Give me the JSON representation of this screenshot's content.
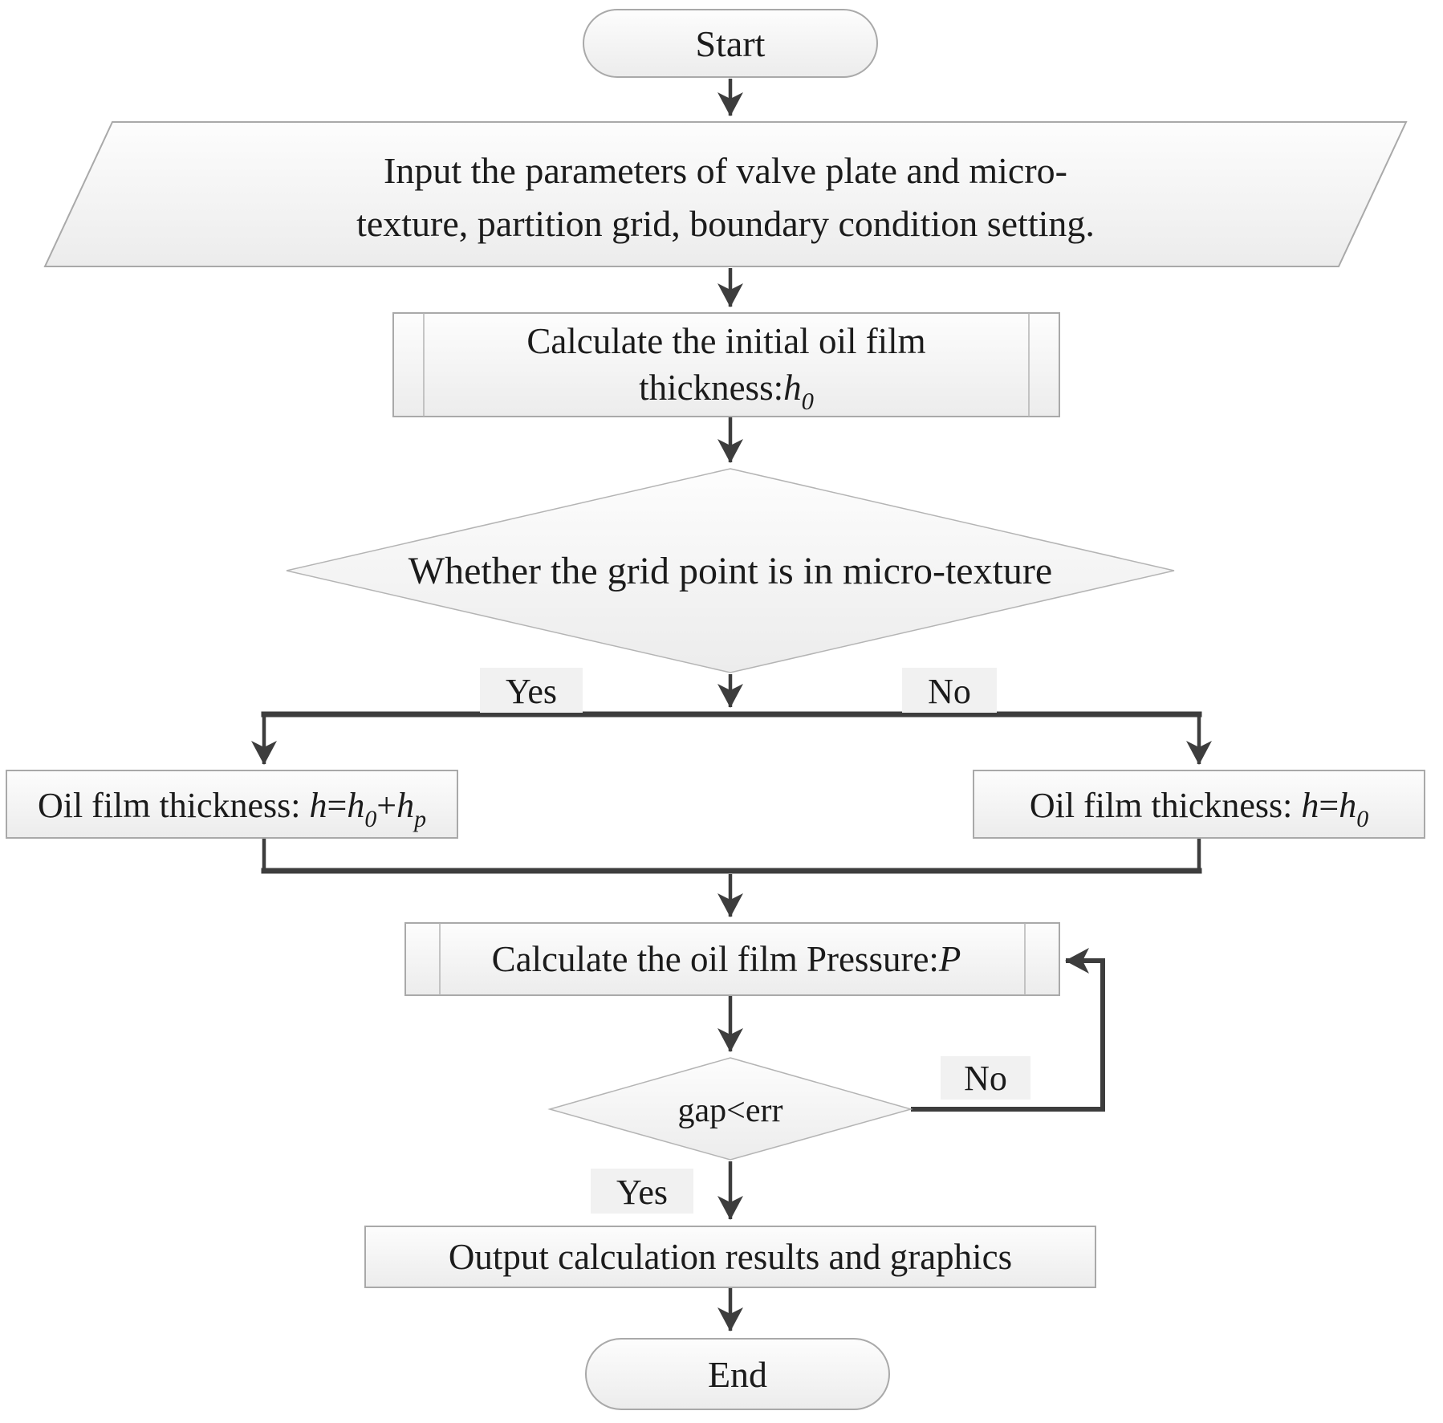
{
  "colors": {
    "background": "#ffffff",
    "connector_line": "#3d3d3d",
    "shape_border": "#a9a9a9",
    "shape_fill_top": "#fdfdfd",
    "shape_fill_bottom": "#ececec",
    "edge_label_background": "#f1f1f1",
    "text": "#1b1b1b"
  },
  "nodes": {
    "start": {
      "type": "terminator",
      "label": "Start"
    },
    "input_params": {
      "type": "input-parallelogram",
      "line1": "Input the parameters of valve plate and micro-",
      "line2": "texture, partition grid, boundary condition setting."
    },
    "calc_initial_thickness": {
      "type": "predefined-process",
      "line1": "Calculate the initial oil film",
      "line2_parts": [
        {
          "text": "thickness:",
          "style": "normal"
        },
        {
          "text": "h",
          "style": "italic"
        },
        {
          "text": "0",
          "style": "subscript-italic"
        }
      ]
    },
    "texture_decision": {
      "type": "decision",
      "label": "Whether the grid point is in micro-texture"
    },
    "thickness_textured": {
      "type": "process",
      "parts": [
        {
          "text": "Oil film thickness: ",
          "style": "normal"
        },
        {
          "text": "h",
          "style": "italic"
        },
        {
          "text": "=",
          "style": "normal"
        },
        {
          "text": "h",
          "style": "italic"
        },
        {
          "text": "0",
          "style": "subscript-italic"
        },
        {
          "text": "+",
          "style": "normal"
        },
        {
          "text": "h",
          "style": "italic"
        },
        {
          "text": "p",
          "style": "subscript-italic"
        }
      ]
    },
    "thickness_plain": {
      "type": "process",
      "parts": [
        {
          "text": "Oil film thickness: ",
          "style": "normal"
        },
        {
          "text": "h",
          "style": "italic"
        },
        {
          "text": "=",
          "style": "normal"
        },
        {
          "text": "h",
          "style": "italic"
        },
        {
          "text": "0",
          "style": "subscript-italic"
        }
      ]
    },
    "calc_pressure": {
      "type": "predefined-process",
      "parts": [
        {
          "text": "Calculate the oil film Pressure:",
          "style": "normal"
        },
        {
          "text": "P",
          "style": "italic"
        }
      ]
    },
    "gap_decision": {
      "type": "decision",
      "label": "gap<err"
    },
    "output_results": {
      "type": "process",
      "label": "Output calculation results and graphics"
    },
    "end": {
      "type": "terminator",
      "label": "End"
    }
  },
  "edge_labels": {
    "texture_yes": "Yes",
    "texture_no": "No",
    "gap_no": "No",
    "gap_yes": "Yes"
  }
}
